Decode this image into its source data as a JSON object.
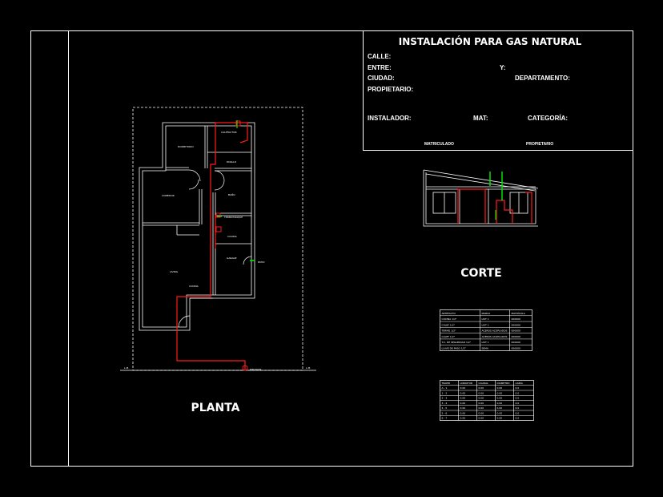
{
  "title_block": {
    "title": "INSTALACIÓN PARA GAS NATURAL",
    "calle": "CALLE:",
    "entre": "ENTRE:",
    "y": "Y:",
    "ciudad": "CIUDAD:",
    "departamento": "DEPARTAMENTO:",
    "propietario": "PROPIETARIO:",
    "instalador": "INSTALADOR:",
    "mat": "MAT:",
    "categoria": "CATEGORÍA:",
    "matriculado": "MATRICULADO",
    "propietario_sign": "PROPIETARIO"
  },
  "views": {
    "planta": "PLANTA",
    "corte": "CORTE"
  },
  "colors": {
    "line": "#ffffff",
    "pipe": "#ff1a1a",
    "vent": "#00e600",
    "background": "#000000"
  },
  "floor_plan": {
    "room_labels": [
      "DORMITORIO",
      "BAÑO",
      "PASILLO",
      "COMEDOR",
      "LIVING",
      "COCINA",
      "GARAGE",
      "PATIO"
    ],
    "appliance_labels": [
      "CALEFACTOR",
      "TERMOTANQUE",
      "COCINA",
      "MEDIDOR",
      "L.M.",
      "L.M."
    ]
  },
  "table_materials": {
    "rows": [
      [
        "ARTEFACTO",
        "MARCA",
        "MATRÍCULA"
      ],
      [
        "COCINA 1/2\"",
        "LIST 1",
        "000000"
      ],
      [
        "CALEF 1/2\"",
        "LIST 1",
        "000000"
      ],
      [
        "TERMO 1/2\"",
        "ACEROS ACOPLADOS",
        "000000"
      ],
      [
        "CALEF 1/2\"",
        "ACEROS ACOPLADOS",
        "000000"
      ],
      [
        "T.C. DE SEGURIDAD 1/2\"",
        "LIST 1",
        "000000"
      ],
      [
        "LLAVE DE PASO 1/2\"",
        "SEMA",
        "000000"
      ]
    ]
  },
  "table_sections": {
    "rows": [
      [
        "TRAMO",
        "LONGITUD",
        "CAUDAL",
        "DIÁMETRO",
        "CAÍDA"
      ],
      [
        "A - 1",
        "0.00",
        "0.00",
        "0.00",
        "0.0"
      ],
      [
        "1 - 2",
        "0.00",
        "0.00",
        "0.00",
        "0.0"
      ],
      [
        "2 - 3",
        "0.00",
        "0.00",
        "0.00",
        "0.0"
      ],
      [
        "3 - 4",
        "0.00",
        "0.00",
        "0.00",
        "0.0"
      ],
      [
        "4 - 5",
        "0.00",
        "0.00",
        "0.00",
        "0.0"
      ],
      [
        "5 - 6",
        "0.00",
        "0.00",
        "0.00",
        "0.0"
      ],
      [
        "6 - 7",
        "0.00",
        "0.00",
        "0.00",
        "0.0"
      ]
    ]
  }
}
